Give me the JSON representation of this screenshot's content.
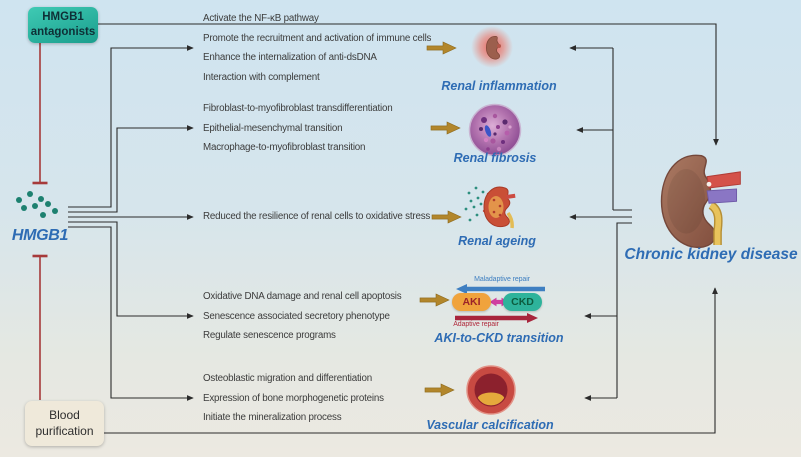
{
  "boxes": {
    "antagonists": {
      "line1": "HMGB1",
      "line2": "antagonists"
    },
    "blood": {
      "line1": "Blood",
      "line2": "purification"
    }
  },
  "hmgb1": {
    "label": "HMGB1"
  },
  "ckd": {
    "label": "Chronic kidney disease"
  },
  "mechanisms": [
    {
      "lines": [
        "Activate the NF-κB pathway",
        "Promote the recruitment and activation of immune cells",
        "Enhance the internalization of anti-dsDNA",
        "Interaction with complement"
      ]
    },
    {
      "lines": [
        "Fibroblast-to-myofibroblast transdifferentiation",
        "Epithelial-mesenchymal transition",
        "Macrophage-to-myofibroblast transition"
      ]
    },
    {
      "lines": [
        "Reduced the resilience of renal cells to oxidative stress"
      ]
    },
    {
      "lines": [
        "Oxidative DNA damage and renal cell apoptosis",
        "Senescence associated secretory phenotype",
        "Regulate senescence programs"
      ]
    },
    {
      "lines": [
        "Osteoblastic migration and differentiation",
        "Expression of bone morphogenetic proteins",
        "Initiate the mineralization process"
      ]
    }
  ],
  "outcomes": [
    {
      "label": "Renal inflammation",
      "icon": "inflamed-kidney-icon"
    },
    {
      "label": "Renal fibrosis",
      "icon": "fibrosis-histology-icon"
    },
    {
      "label": "Renal ageing",
      "icon": "ageing-kidney-icon"
    },
    {
      "label": "AKI-to-CKD transition",
      "icon": "aki-ckd-schematic"
    },
    {
      "label": "Vascular calcification",
      "icon": "calcified-vessel-icon"
    }
  ],
  "aki_ckd": {
    "aki_label": "AKI",
    "ckd_label": "CKD",
    "maladaptive_label": "Maladaptive repair",
    "adaptive_label": "Adaptive repair"
  },
  "colors": {
    "accent_blue": "#2e6cb4",
    "inhibitor_red": "#a63a3a",
    "gold_arrow": "#b2862b",
    "teal_box": "#28b7a2",
    "aki_orange": "#f0a33c",
    "ckd_pill_teal": "#2eb39b",
    "maladaptive_blue": "#3f7fc1",
    "adaptive_red": "#a8253c",
    "transition_magenta": "#cf3fa0",
    "hmgb1_dot_teal": "#1d8170"
  }
}
